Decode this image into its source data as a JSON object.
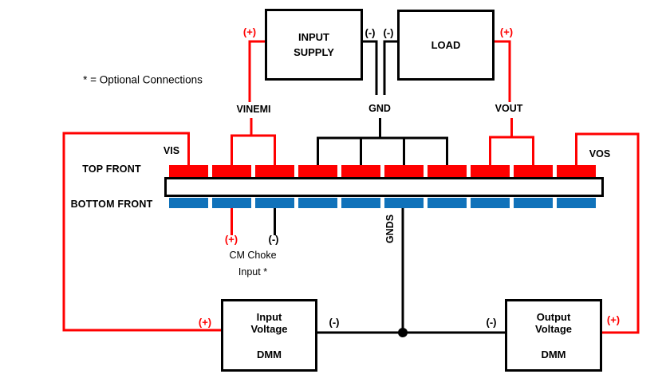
{
  "note": "* = Optional Connections",
  "colors": {
    "wire_red": "#ff0000",
    "wire_black": "#000000",
    "pad_top_red": "#ff0000",
    "pad_bottom_blue": "#1072ba"
  },
  "polarity": {
    "plus": "(+)",
    "minus": "(-)"
  },
  "net_labels": {
    "vinemi": "VINEMI",
    "gnd": "GND",
    "vout": "VOUT",
    "vis": "VIS",
    "vos": "VOS",
    "gnds": "GNDS"
  },
  "row_labels": {
    "top_front": "TOP FRONT",
    "bottom_front": "BOTTOM FRONT"
  },
  "optional_connection": {
    "line1": "CM Choke",
    "line2": "Input *"
  },
  "boxes": {
    "input_supply": {
      "line1": "INPUT",
      "line2": "SUPPLY"
    },
    "load": {
      "line1": "LOAD"
    },
    "input_dmm": {
      "line1": "Input",
      "line2": "Voltage",
      "line3": "DMM"
    },
    "output_dmm": {
      "line1": "Output",
      "line2": "Voltage",
      "line3": "DMM"
    }
  },
  "connector": {
    "pad_count": 10,
    "pad_start_x": 212,
    "pad_pitch": 54,
    "pad_width": 49
  }
}
